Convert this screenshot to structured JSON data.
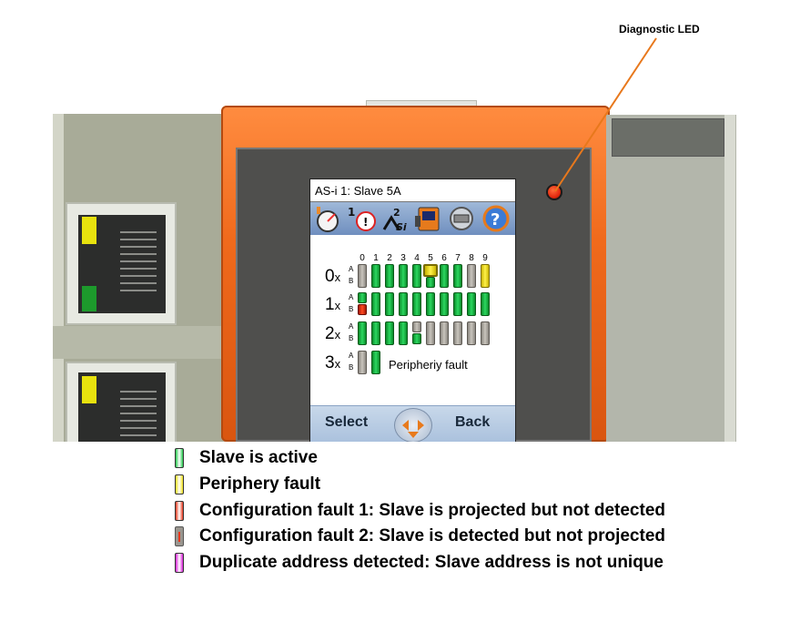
{
  "callout": {
    "label": "Diagnostic LED"
  },
  "screen": {
    "title": "AS-i 1: Slave 5A",
    "toolbar_icons": [
      "gauge-icon",
      "alarm-clock-icon-1",
      "asi-2-icon",
      "device-icon",
      "network-icon",
      "help-icon"
    ],
    "column_numbers": [
      "0",
      "1",
      "2",
      "3",
      "4",
      "5",
      "6",
      "7",
      "8",
      "9"
    ],
    "rows": [
      {
        "label": "0",
        "suffix": "x"
      },
      {
        "label": "1",
        "suffix": "x"
      },
      {
        "label": "2",
        "suffix": "x"
      },
      {
        "label": "3",
        "suffix": "x"
      }
    ],
    "ab_labels": {
      "a": "A",
      "b": "B"
    },
    "status_text": "Peripheriy fault",
    "softkeys": {
      "left": "Select",
      "right": "Back"
    }
  },
  "legend": [
    {
      "text": "Slave is active",
      "color": "#22c94a"
    },
    {
      "text": "Periphery fault",
      "color": "#f2e21c"
    },
    {
      "text": "Configuration fault 1: Slave is projected but not detected",
      "color": "#e8361b"
    },
    {
      "text": "Configuration fault 2: Slave is detected but not projected",
      "color": "#9a968f"
    },
    {
      "text": "Duplicate address detected: Slave address is not unique",
      "color": "#d81ed8"
    }
  ],
  "colors": {
    "housing_orange": "#f06a1c",
    "active_green": "#22c94a",
    "fault_yellow": "#f2e21c",
    "fault_red": "#e8361b",
    "inactive_gray": "#9a968f",
    "duplicate_magenta": "#d81ed8"
  }
}
